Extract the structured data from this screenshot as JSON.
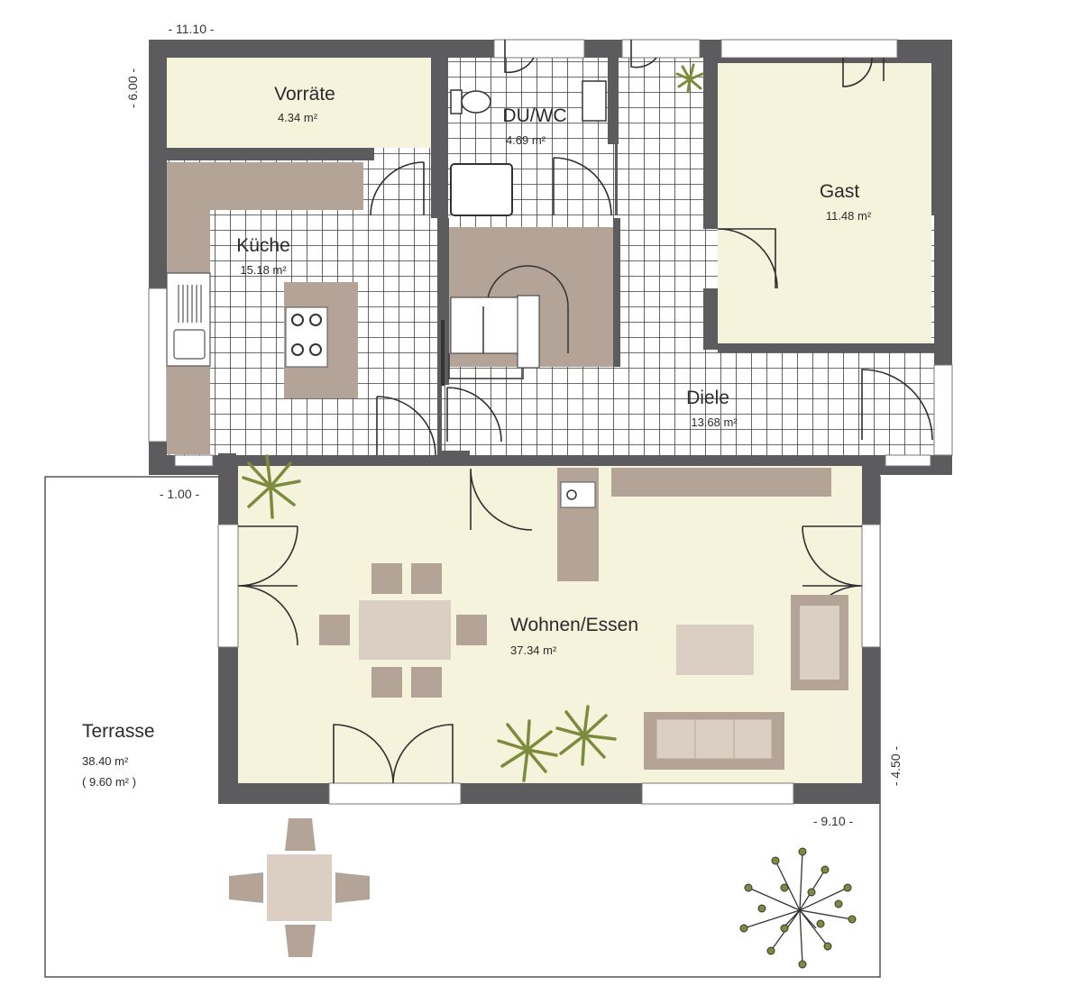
{
  "plan": {
    "colors": {
      "wall": "#5c5c5e",
      "floor": "#f6f3dd",
      "tile_line": "#3d3d3d",
      "furniture": "#b4a497",
      "furniture_light": "#dbcfc3",
      "plant": "#7d8c3c"
    },
    "rooms": {
      "vorraete": {
        "name": "Vorräte",
        "area": "4.34 m²"
      },
      "duwc": {
        "name": "DU/WC",
        "area": "4.69 m²"
      },
      "gast": {
        "name": "Gast",
        "area": "11.48 m²"
      },
      "kueche": {
        "name": "Küche",
        "area": "15.18 m²"
      },
      "diele": {
        "name": "Diele",
        "area": "13.68 m²"
      },
      "wohnen": {
        "name": "Wohnen/Essen",
        "area": "37.34 m²"
      },
      "terrasse": {
        "name": "Terrasse",
        "area": "38.40 m²",
        "area_note": "( 9.60 m² )"
      }
    },
    "dimensions": {
      "top_width": "- 11.10 -",
      "left_height": "- 6.00 -",
      "terrace_offset": "- 1.00 -",
      "right_height": "- 4.50 -",
      "bottom_width": "- 9.10 -"
    }
  }
}
